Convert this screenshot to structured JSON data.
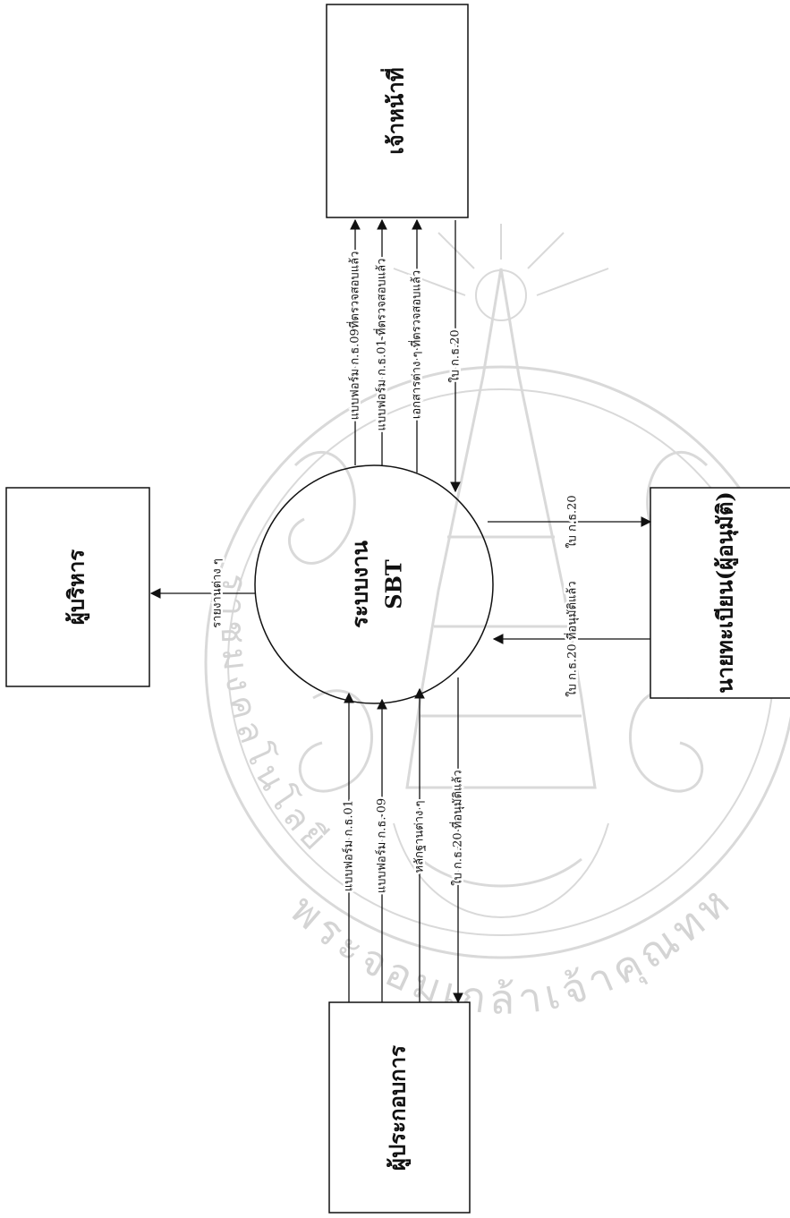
{
  "entities": {
    "officer": "เจ้าหน้าที่",
    "executive": "ผู้บริหาร",
    "operator": "ผู้ประกอบการ",
    "registrar": "นายทะเบียน(ผู้อนุมัติ)"
  },
  "process": {
    "name": "ระบบงาน",
    "code": "SBT"
  },
  "flows": {
    "to_officer_kor09": "แบบฟอร์ม ก.ธ.09ที่ตรวจสอบแล้ว",
    "to_officer_kor01": "แบบฟอร์ม ก.ธ.01 ที่ตรวจสอบแล้ว",
    "to_officer_docs": "เอกสารต่าง ๆ ที่ตรวจสอบแล้ว",
    "from_officer_kor20": "ใบ ก.ธ.20",
    "to_registrar_kor20": "ใบ ก.ธ.20",
    "from_registrar_approved": "ใบ ก.ธ.20 ที่อนุมัติแล้ว",
    "to_executive_reports": "รายงานต่าง ๆ",
    "from_operator_kor01": "แบบฟอร์ม ก.ธ.01",
    "from_operator_kor09": "แบบฟอร์ม ก.ธ. 09",
    "from_operator_evidence": "หลักฐานต่าง ๆ",
    "to_operator_approved": "ใบ ก.ธ.20 ที่อนุมัติแล้ว"
  },
  "watermark": {
    "text": "พระจอมเกล้าเจ้าคุณทหาร",
    "text_left": "ราชมงคลโนโลยี"
  }
}
